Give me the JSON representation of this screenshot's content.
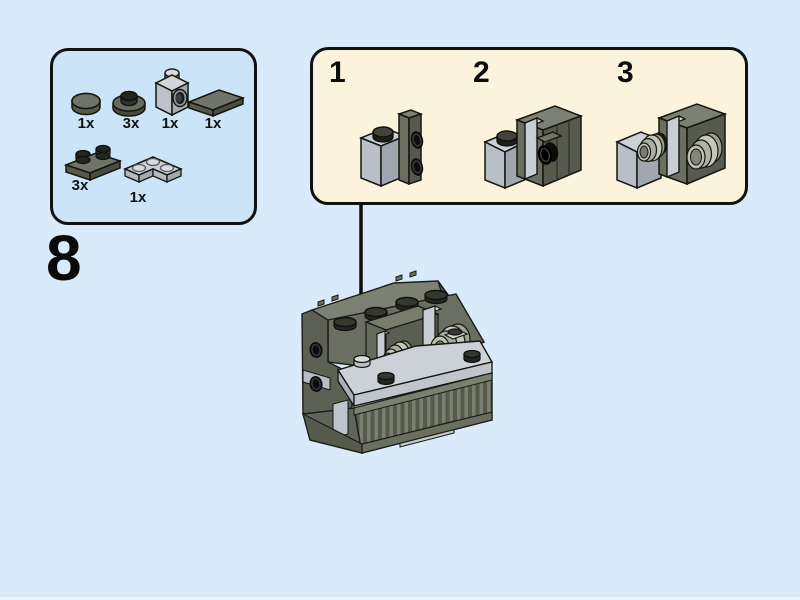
{
  "page": {
    "background_color": "#d9eafb",
    "type_label": "lego-building-instruction-step"
  },
  "step": {
    "number": "8"
  },
  "parts_panel": {
    "background_color": "#cbe4f7",
    "border_color": "#111111",
    "parts": [
      {
        "icon": "round-tile-1x1-dark-gray-icon",
        "count": "1x"
      },
      {
        "icon": "round-plate-1x1-dark-gray-icon",
        "count": "3x"
      },
      {
        "icon": "headlight-brick-1x1-light-gray-icon",
        "count": "1x"
      },
      {
        "icon": "tile-1x2-dark-gray-icon",
        "count": "1x"
      },
      {
        "icon": "plate-1x2-dark-gray-icon",
        "count": "3x"
      },
      {
        "icon": "corner-plate-2x2-light-gray-icon",
        "count": "1x"
      }
    ]
  },
  "substeps_panel": {
    "background_color": "#fbf3dc",
    "border_color": "#111111",
    "substeps": [
      {
        "number": "1",
        "icon": "subassembly-step1-illustration"
      },
      {
        "number": "2",
        "icon": "subassembly-step2-illustration"
      },
      {
        "number": "3",
        "icon": "subassembly-step3-illustration"
      }
    ]
  },
  "colors": {
    "dark_gray_brick": "#6b6f61",
    "dark_gray_shadow": "#565a4c",
    "dark_gray_top": "#7d8173",
    "light_gray_brick": "#ccd1d8",
    "light_gray_shadow": "#a0a7af",
    "lens_gray": "#c4c8ba",
    "stud_black": "#111111",
    "outline": "#1c1d18"
  }
}
